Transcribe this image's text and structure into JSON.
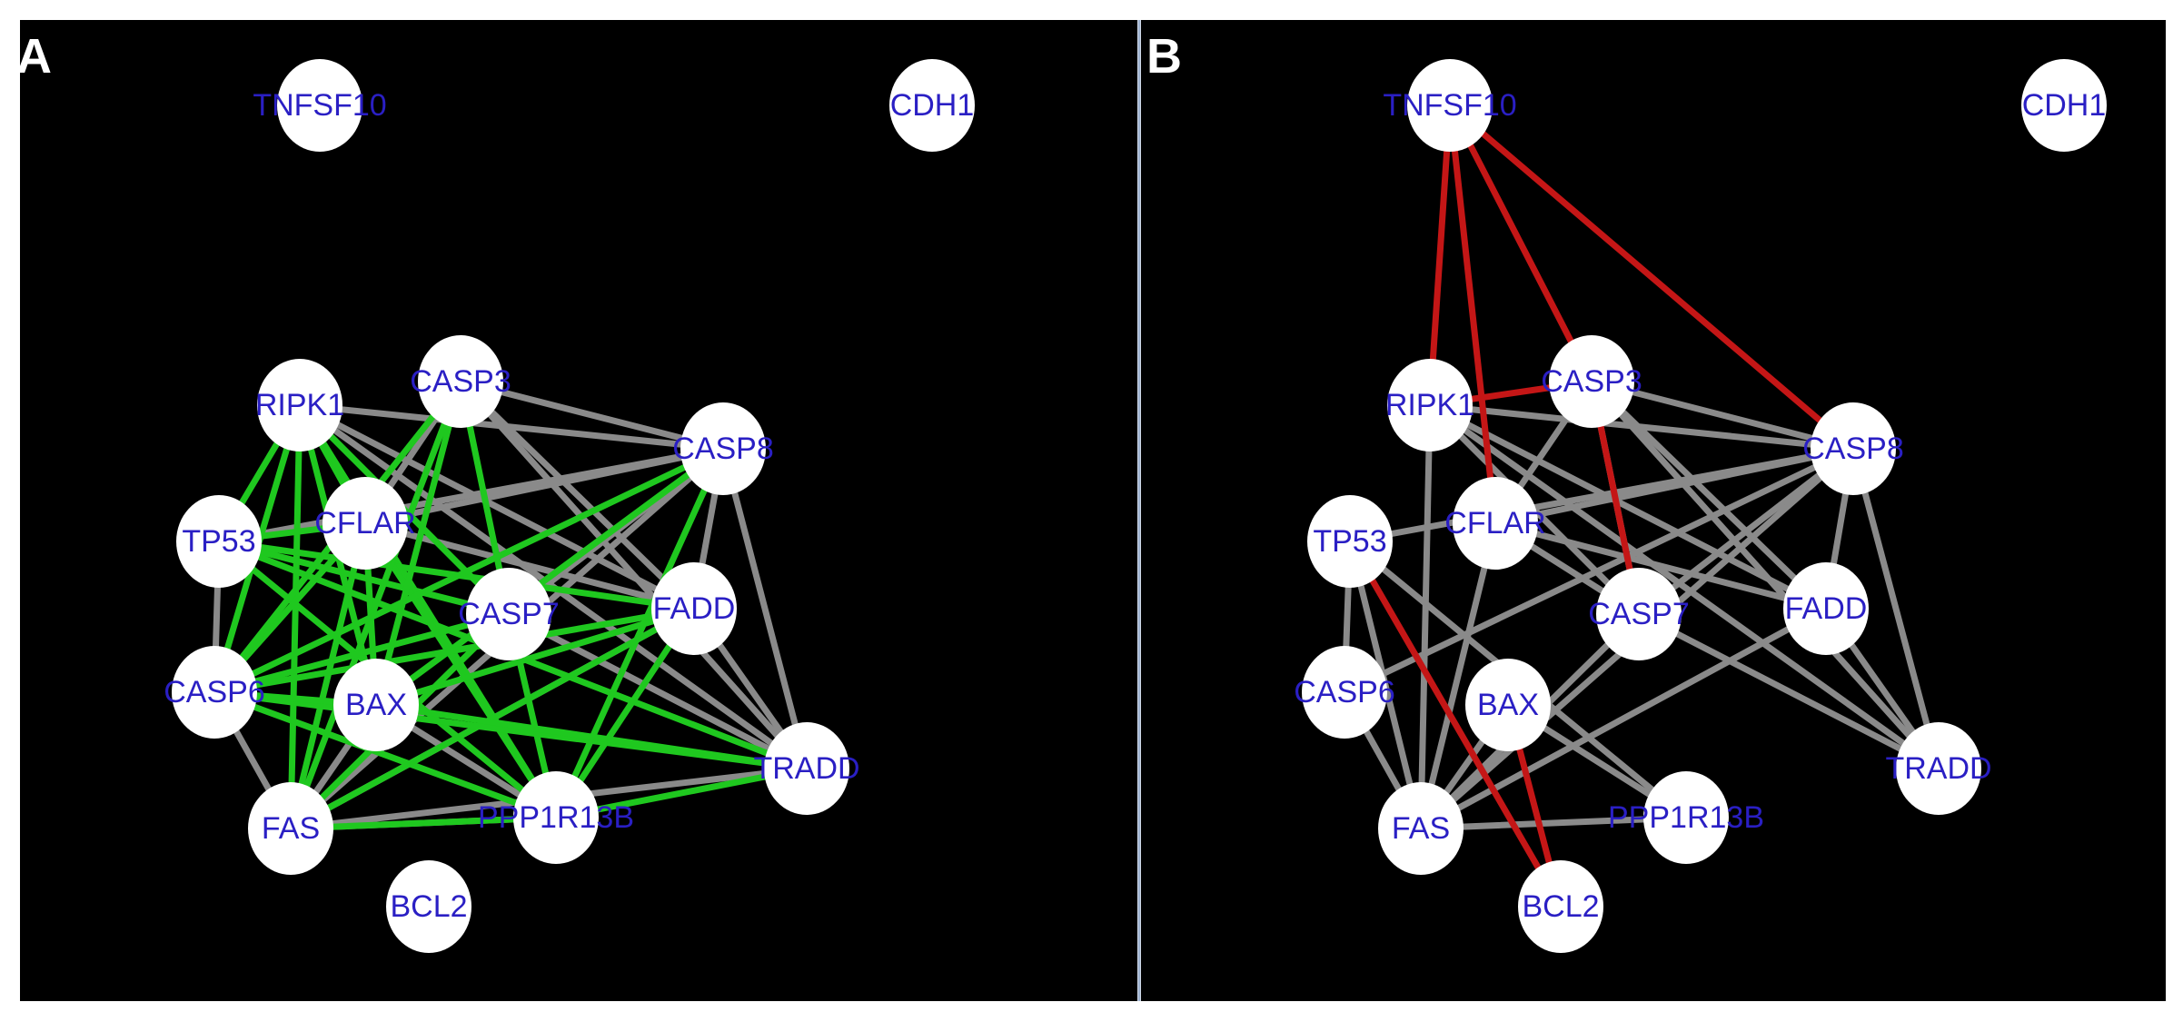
{
  "panels": [
    {
      "letter": "A",
      "nodes": [
        "TNFSF10",
        "CDH1",
        "RIPK1",
        "CASP3",
        "CASP8",
        "TP53",
        "CFLAR",
        "CASP7",
        "FADD",
        "CASP6",
        "BAX",
        "TRADD",
        "FAS",
        "PPP1R13B",
        "BCL2"
      ],
      "gray_edges": [
        [
          "RIPK1",
          "CASP8"
        ],
        [
          "CASP3",
          "CASP8"
        ],
        [
          "CASP3",
          "FADD"
        ],
        [
          "CASP3",
          "TRADD"
        ],
        [
          "CFLAR",
          "CASP8"
        ],
        [
          "TP53",
          "CASP8"
        ],
        [
          "CASP8",
          "FADD"
        ],
        [
          "CASP8",
          "TRADD"
        ],
        [
          "CASP8",
          "CASP7"
        ],
        [
          "CASP8",
          "FAS"
        ],
        [
          "FADD",
          "TRADD"
        ],
        [
          "FADD",
          "FAS"
        ],
        [
          "CASP7",
          "TRADD"
        ],
        [
          "RIPK1",
          "FADD"
        ],
        [
          "RIPK1",
          "TRADD"
        ],
        [
          "FAS",
          "PPP1R13B"
        ],
        [
          "TP53",
          "CASP6"
        ],
        [
          "CASP6",
          "FAS"
        ],
        [
          "BAX",
          "FAS"
        ],
        [
          "CASP3",
          "CFLAR"
        ],
        [
          "FAS",
          "TRADD"
        ],
        [
          "CFLAR",
          "FADD"
        ],
        [
          "BAX",
          "PPP1R13B"
        ]
      ],
      "highlight_edges": [
        [
          "RIPK1",
          "TP53"
        ],
        [
          "RIPK1",
          "CASP6"
        ],
        [
          "RIPK1",
          "FAS"
        ],
        [
          "RIPK1",
          "CFLAR"
        ],
        [
          "RIPK1",
          "CASP7"
        ],
        [
          "RIPK1",
          "BAX"
        ],
        [
          "RIPK1",
          "PPP1R13B"
        ],
        [
          "TP53",
          "CFLAR"
        ],
        [
          "TP53",
          "CASP7"
        ],
        [
          "TP53",
          "FADD"
        ],
        [
          "TP53",
          "PPP1R13B"
        ],
        [
          "TP53",
          "TRADD"
        ],
        [
          "CFLAR",
          "FAS"
        ],
        [
          "CFLAR",
          "CASP6"
        ],
        [
          "CFLAR",
          "BAX"
        ],
        [
          "CFLAR",
          "PPP1R13B"
        ],
        [
          "CASP3",
          "CASP6"
        ],
        [
          "CASP3",
          "BAX"
        ],
        [
          "CASP3",
          "CASP7"
        ],
        [
          "CASP3",
          "FAS"
        ],
        [
          "CASP8",
          "BAX"
        ],
        [
          "CASP8",
          "PPP1R13B"
        ],
        [
          "CASP8",
          "CASP6"
        ],
        [
          "CASP7",
          "CASP6"
        ],
        [
          "CASP7",
          "FAS"
        ],
        [
          "CASP7",
          "PPP1R13B"
        ],
        [
          "FADD",
          "CASP6"
        ],
        [
          "FADD",
          "BAX"
        ],
        [
          "FADD",
          "PPP1R13B"
        ],
        [
          "FADD",
          "FAS"
        ],
        [
          "CASP6",
          "TRADD"
        ],
        [
          "CASP6",
          "PPP1R13B"
        ],
        [
          "BAX",
          "TRADD"
        ],
        [
          "FAS",
          "PPP1R13B"
        ],
        [
          "PPP1R13B",
          "TRADD"
        ],
        [
          "BAX",
          "CASP6"
        ]
      ]
    },
    {
      "letter": "B",
      "nodes": [
        "TNFSF10",
        "CDH1",
        "RIPK1",
        "CASP3",
        "CASP8",
        "TP53",
        "CFLAR",
        "CASP7",
        "FADD",
        "CASP6",
        "BAX",
        "TRADD",
        "FAS",
        "PPP1R13B",
        "BCL2"
      ],
      "gray_edges": [
        [
          "RIPK1",
          "CASP8"
        ],
        [
          "CASP3",
          "CASP8"
        ],
        [
          "CASP3",
          "FADD"
        ],
        [
          "CASP3",
          "TRADD"
        ],
        [
          "CASP3",
          "CFLAR"
        ],
        [
          "CFLAR",
          "CASP8"
        ],
        [
          "TP53",
          "CASP8"
        ],
        [
          "CASP8",
          "FADD"
        ],
        [
          "CASP8",
          "TRADD"
        ],
        [
          "CASP8",
          "CASP7"
        ],
        [
          "CASP8",
          "FAS"
        ],
        [
          "FADD",
          "TRADD"
        ],
        [
          "FADD",
          "FAS"
        ],
        [
          "CASP7",
          "TRADD"
        ],
        [
          "RIPK1",
          "FADD"
        ],
        [
          "RIPK1",
          "TRADD"
        ],
        [
          "RIPK1",
          "FAS"
        ],
        [
          "RIPK1",
          "CASP7"
        ],
        [
          "TP53",
          "CASP6"
        ],
        [
          "TP53",
          "FAS"
        ],
        [
          "CASP6",
          "FAS"
        ],
        [
          "CFLAR",
          "FAS"
        ],
        [
          "CFLAR",
          "FADD"
        ],
        [
          "TP53",
          "PPP1R13B"
        ],
        [
          "FAS",
          "PPP1R13B"
        ],
        [
          "BAX",
          "FAS"
        ],
        [
          "BAX",
          "PPP1R13B"
        ],
        [
          "CASP7",
          "FAS"
        ],
        [
          "CASP3",
          "CASP7"
        ],
        [
          "CASP6",
          "CASP8"
        ],
        [
          "CFLAR",
          "CASP7"
        ]
      ],
      "highlight_edges": [
        [
          "TNFSF10",
          "RIPK1"
        ],
        [
          "TNFSF10",
          "CASP3"
        ],
        [
          "TNFSF10",
          "CFLAR"
        ],
        [
          "TNFSF10",
          "CASP8"
        ],
        [
          "RIPK1",
          "CASP3"
        ],
        [
          "CASP3",
          "CASP7"
        ],
        [
          "TP53",
          "BCL2"
        ],
        [
          "BAX",
          "BCL2"
        ]
      ]
    }
  ],
  "colors": {
    "background": "#000000",
    "node_fill": "#ffffff",
    "label": "#2a1fc4",
    "edge_gray": "#8a8a8a",
    "edge_green": "#1fc81f",
    "edge_red": "#c41616",
    "divider": "#9fb3d1"
  }
}
